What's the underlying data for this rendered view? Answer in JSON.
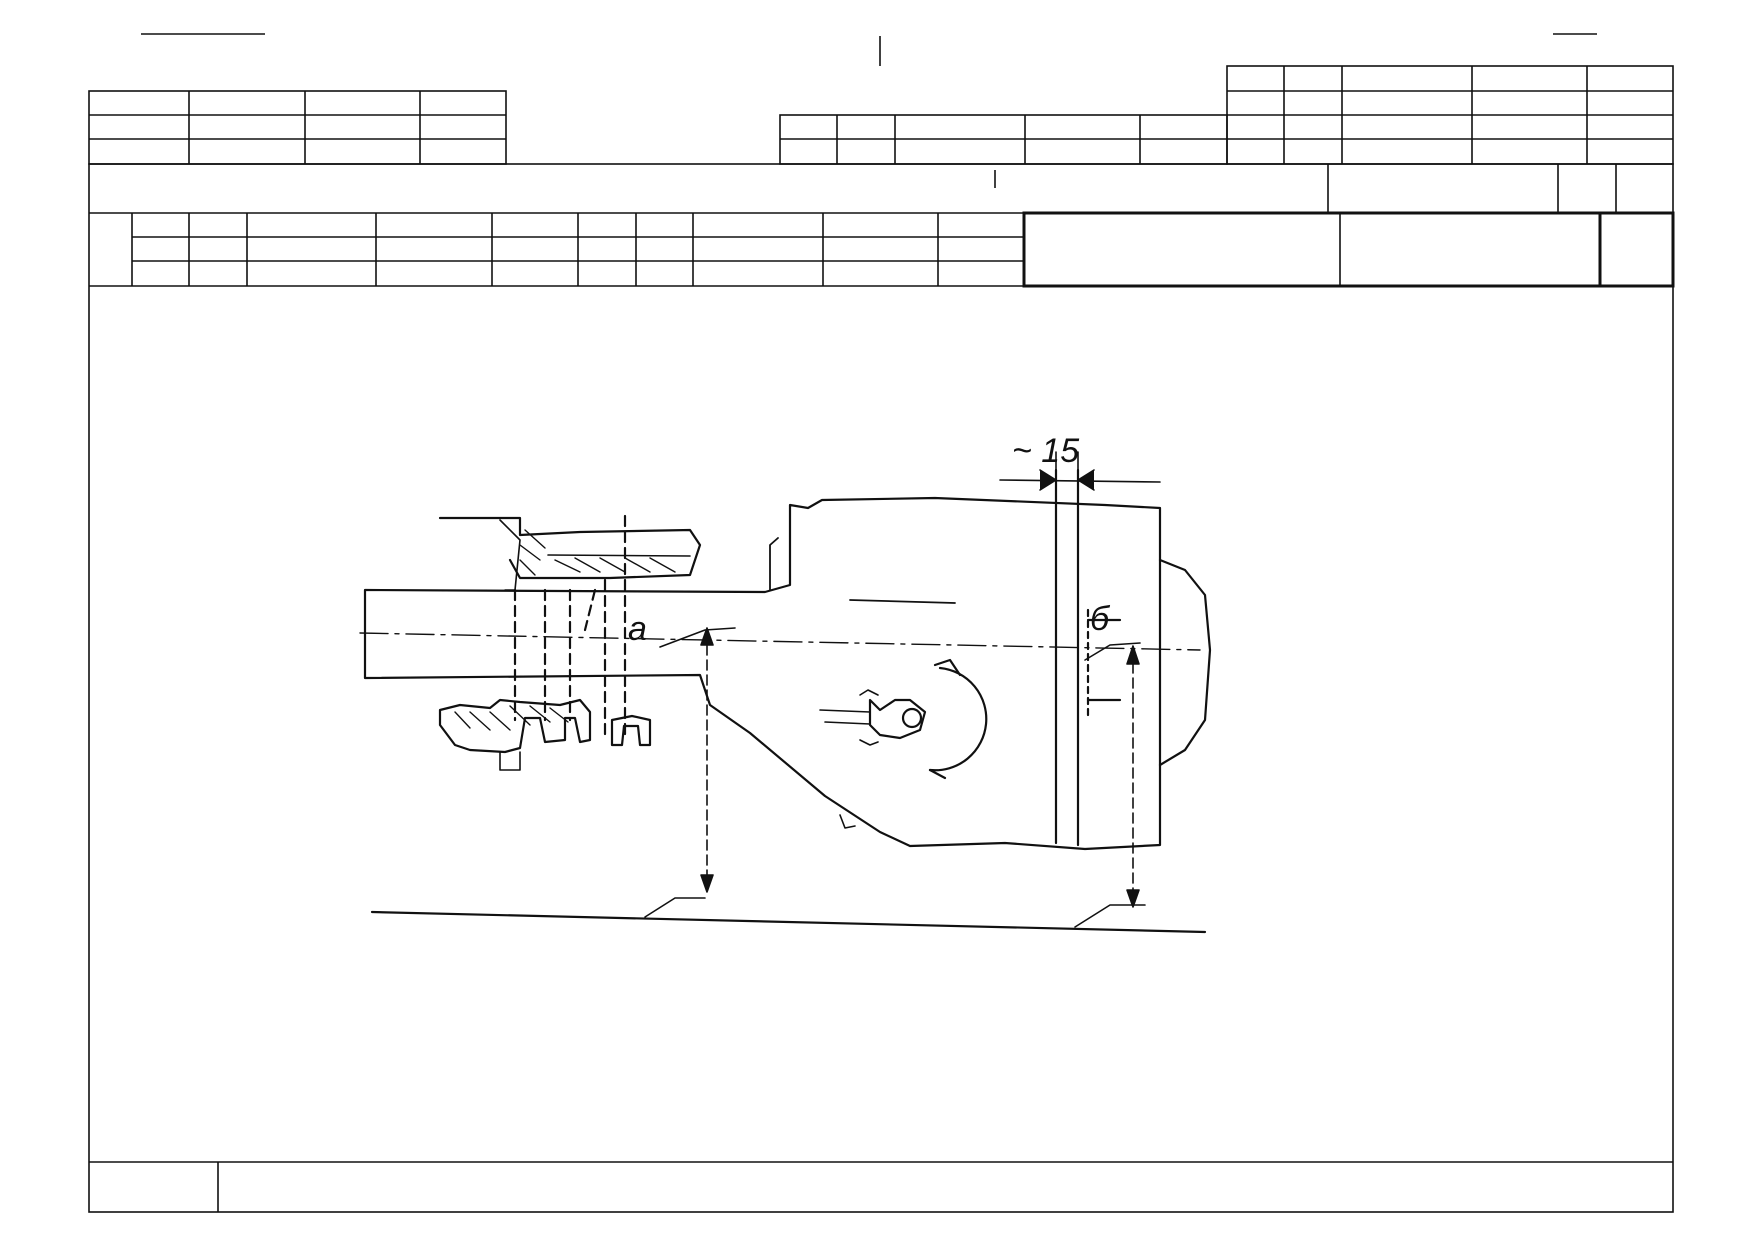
{
  "drawing": {
    "dimension_label": "~ 15",
    "point_a_label": "a",
    "point_b_label": "б"
  }
}
